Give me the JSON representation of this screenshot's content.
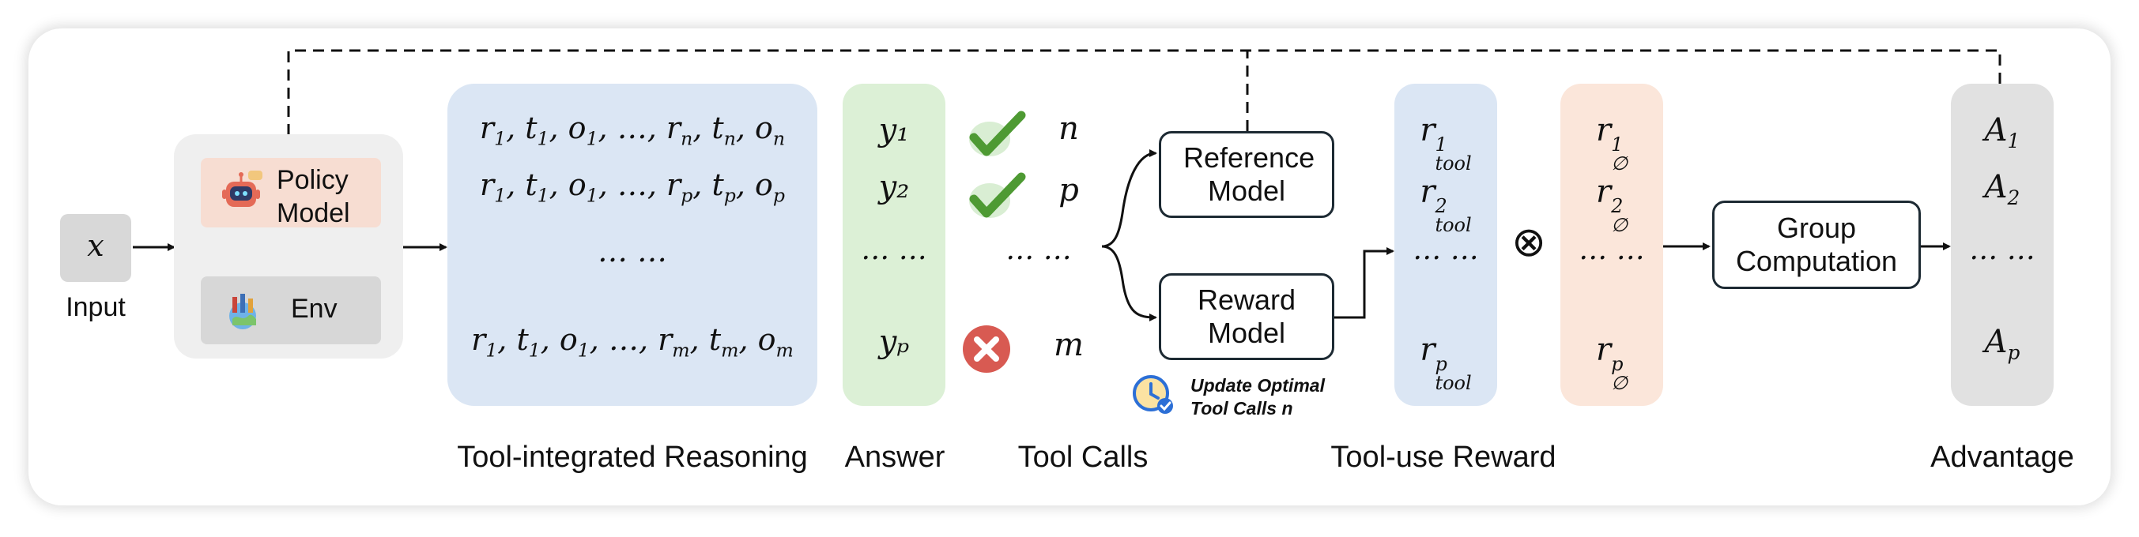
{
  "input": {
    "symbol": "x",
    "label": "Input"
  },
  "policy": {
    "line1": "Policy",
    "line2": "Model",
    "env": "Env"
  },
  "reasoning": {
    "rows": [
      [
        [
          "r",
          "1"
        ],
        [
          "t",
          "1"
        ],
        [
          "o",
          "1"
        ],
        [
          "…",
          ""
        ],
        [
          "r",
          "n"
        ],
        [
          "t",
          "n"
        ],
        [
          "o",
          "n"
        ]
      ],
      [
        [
          "r",
          "1"
        ],
        [
          "t",
          "1"
        ],
        [
          "o",
          "1"
        ],
        [
          "…",
          ""
        ],
        [
          "r",
          "p"
        ],
        [
          "t",
          "p"
        ],
        [
          "o",
          "p"
        ]
      ],
      "… …",
      [
        [
          "r",
          "1"
        ],
        [
          "t",
          "1"
        ],
        [
          "o",
          "1"
        ],
        [
          "…",
          ""
        ],
        [
          "r",
          "m"
        ],
        [
          "t",
          "m"
        ],
        [
          "o",
          "m"
        ]
      ]
    ],
    "label": "Tool-integrated Reasoning"
  },
  "answer": {
    "items": [
      "y₁",
      "y₂",
      "… …",
      "yₚ"
    ],
    "label": "Answer"
  },
  "tool_calls": {
    "counts": [
      "n",
      "p",
      "… …",
      "m"
    ],
    "label": "Tool Calls"
  },
  "models": {
    "reference": "Reference Model",
    "reward": "Reward Model"
  },
  "update_note": {
    "line1": "Update Optimal",
    "line2": "Tool Calls n"
  },
  "tool_reward": {
    "label": "Tool-use Reward",
    "sub": "tool",
    "sups": [
      "1",
      "2",
      "p"
    ],
    "ellipsis": "… …"
  },
  "null_reward": {
    "sub": "∅",
    "sups": [
      "1",
      "2",
      "p"
    ],
    "ellipsis": "… …"
  },
  "operator": "⊗",
  "group": {
    "line1": "Group",
    "line2": "Computation"
  },
  "advantage": {
    "items": [
      "A",
      "A",
      "… …",
      "A"
    ],
    "subs": [
      "1",
      "2",
      "",
      "p"
    ],
    "label": "Advantage"
  },
  "colors": {
    "reasoning_bg": "#dbe6f4",
    "answer_bg": "#dcf0d6",
    "null_bg": "#fbe6da",
    "adv_bg": "#e1e1e1",
    "check": "#4e9a33",
    "cross": "#d85a52"
  }
}
